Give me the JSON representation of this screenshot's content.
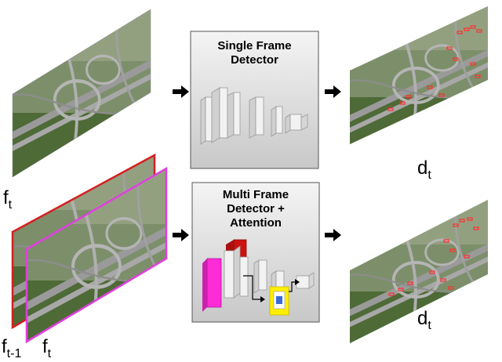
{
  "single_detector": {
    "title_line1": "Single Frame",
    "title_line2": "Detector"
  },
  "multi_detector": {
    "title_line1": "Multi Frame",
    "title_line2": "Detector +",
    "title_line3": "Attention"
  },
  "labels": {
    "input_top_main": "f",
    "input_top_sub": "t",
    "input_prev_main": "f",
    "input_prev_sub": "t-1",
    "input_curr_main": "f",
    "input_curr_sub": "t",
    "output_top_main": "d",
    "output_top_sub": "t",
    "output_bottom_main": "d",
    "output_bottom_sub": "t"
  },
  "colors": {
    "prev_frame_border": "#d42020",
    "curr_frame_border": "#e040e0",
    "attention_magenta": "#ff2bd6",
    "attention_red": "#cc1111",
    "attention_yellow": "#ffee00",
    "attention_blue": "#3a6ad8",
    "detection_box": "#ff3030"
  }
}
